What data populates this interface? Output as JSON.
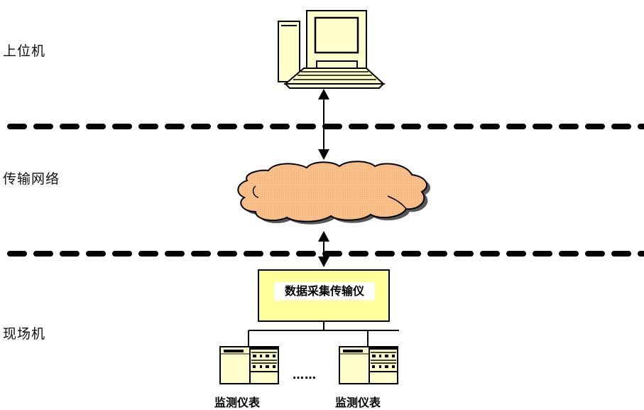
{
  "layers": {
    "top": "上位机",
    "network": "传输网络",
    "field": "现场机"
  },
  "nodes": {
    "host_computer": {
      "icon": "desktop-computer-icon"
    },
    "network_cloud": {
      "icon": "cloud-icon"
    },
    "data_collector": {
      "label": "数据采集传输仪"
    },
    "devices": [
      {
        "label": "监测仪表",
        "icon": "monitoring-instrument-icon"
      },
      {
        "label": "监测仪表",
        "icon": "monitoring-instrument-icon"
      }
    ],
    "ellipsis": "……"
  },
  "colors": {
    "computer_fill": "#FFFFCC",
    "cloud_fill": "#F9C08A",
    "collector_fill": "#FFFF99",
    "device_fill": "#FFFFCC",
    "line": "#000000"
  }
}
